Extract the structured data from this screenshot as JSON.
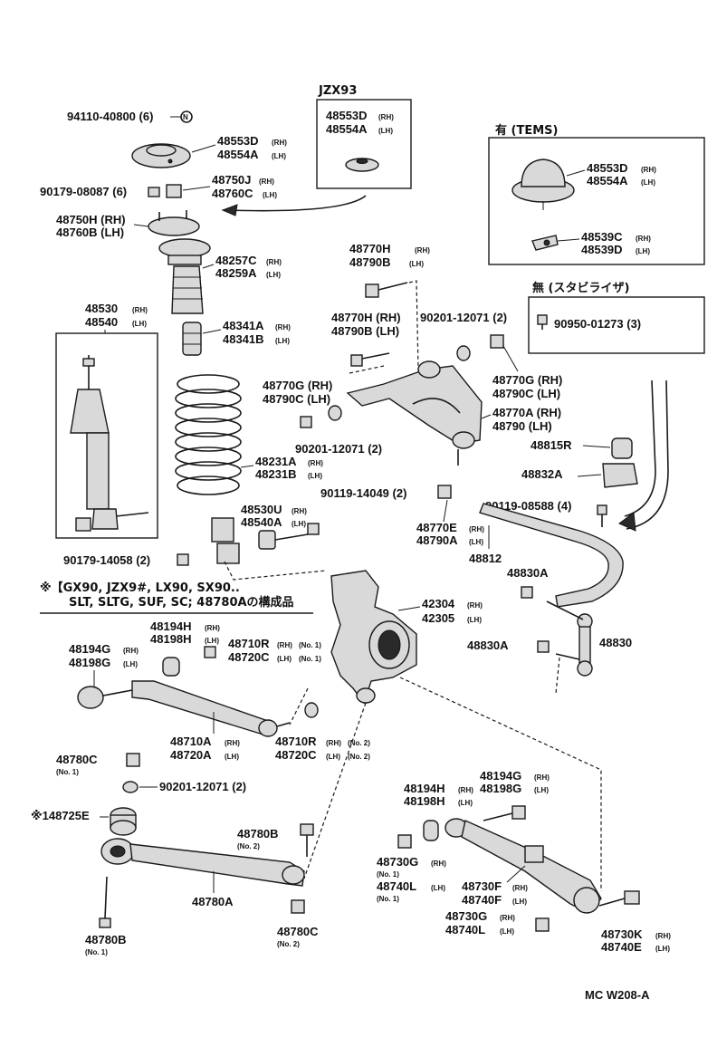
{
  "diagram_code": "MC W208-A",
  "boxes": {
    "jzx93_title": "JZX93",
    "jzx93_rh": "48553D",
    "jzx93_lh": "48554A",
    "tems_title": "有 (TEMS)",
    "no_stabilizer_title": "無 (スタビライザ)"
  },
  "side": {
    "rh": "(RH)",
    "lh": "(LH)"
  },
  "note": {
    "line1": "※【GX90, JZX9#, LX90, SX90..",
    "line2": "SLT, SLTG, SUF, SC; 48780Aの構成品"
  },
  "labels": {
    "l94110": "94110-40800 (6)",
    "l48553D": "48553D",
    "l48554A": "48554A",
    "l90179_08087": "90179-08087 (6)",
    "l48750J": "48750J",
    "l48760C": "48760C",
    "l48750H": "48750H (RH)",
    "l48760B": "48760B (LH)",
    "l48257C": "48257C",
    "l48259A": "48259A",
    "l48530": "48530",
    "l48540": "48540",
    "l48341A": "48341A",
    "l48341B": "48341B",
    "l48231A": "48231A",
    "l48231B": "48231B",
    "l48530U": "48530U",
    "l48540A": "48540A",
    "l90179_14058": "90179-14058 (2)",
    "l48770H_a": "48770H",
    "l48790B_a": "48790B",
    "l48770H_b": "48770H (RH)",
    "l48790B_b": "48790B (LH)",
    "l90201_a": "90201-12071 (2)",
    "l48770G_a": "48770G (RH)",
    "l48790C_a": "48790C (LH)",
    "l48770G_b": "48770G (RH)",
    "l48790C_b": "48790C (LH)",
    "l48770A": "48770A (RH)",
    "l48790": "48790 (LH)",
    "l90201_b": "90201-12071 (2)",
    "l90119_14049": "90119-14049 (2)",
    "l48770E": "48770E",
    "l48790A": "48790A",
    "l48812": "48812",
    "tems_48553D": "48553D",
    "tems_48554A": "48554A",
    "tems_48539C": "48539C",
    "tems_48539D": "48539D",
    "l90950": "90950-01273 (3)",
    "l48815R": "48815R",
    "l48832A": "48832A",
    "l90119_08588": "90119-08588 (4)",
    "l48830A_a": "48830A",
    "l48830A_b": "48830A",
    "l48830": "48830",
    "l42304": "42304",
    "l42305": "42305",
    "l48194H_a": "48194H",
    "l48198H_a": "48198H",
    "l48194G_a": "48194G",
    "l48198G_a": "48198G",
    "l48710R_a": "48710R",
    "l48720C_a": "48720C",
    "no1_suffix": "(No. 1)",
    "l48710A": "48710A",
    "l48720A": "48720A",
    "l48710R_b": "48710R",
    "l48720C_b": "48720C",
    "no2_suffix": "(No. 2)",
    "l48780C_a": "48780C",
    "no1": "(No. 1)",
    "l90201_c": "90201-12071 (2)",
    "l48725E": "※148725E",
    "l48780B_a": "48780B",
    "no2": "(No. 2)",
    "l48780A": "48780A",
    "l48780B_b": "48780B",
    "l48780C_b": "48780C",
    "l48194G_b": "48194G",
    "l48198G_b": "48198G",
    "l48194H_b": "48194H",
    "l48198H_b": "48198H",
    "l48730G_a": "48730G",
    "l48740L_a": "48740L",
    "l48730F": "48730F",
    "l48740F": "48740F",
    "l48730G_b": "48730G",
    "l48740L_b": "48740L",
    "l48730K": "48730K",
    "l48740E": "48740E"
  }
}
